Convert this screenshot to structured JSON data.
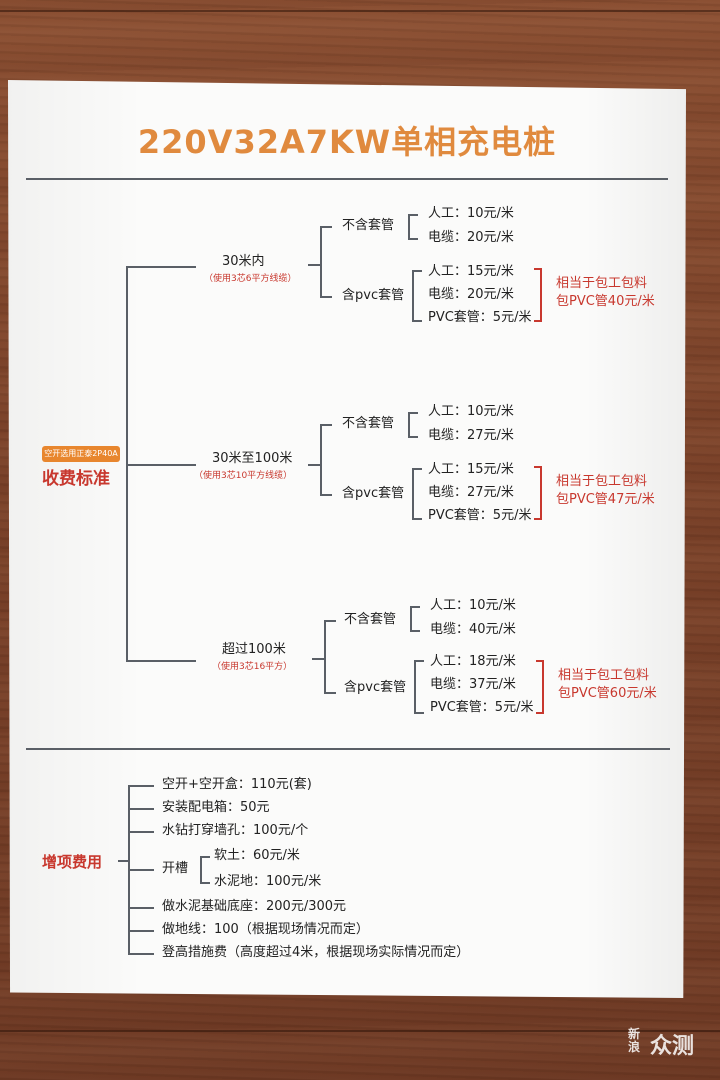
{
  "title": "220V32A7KW单相充电桩",
  "main_label": "收费标准",
  "main_note": "空开选用正泰2P40A",
  "tiers": [
    {
      "label": "30米内",
      "note": "（使用3芯6平方线缆）",
      "without_pipe": {
        "label": "不含套管",
        "items": [
          "人工：10元/米",
          "电缆：20元/米"
        ]
      },
      "with_pipe": {
        "label": "含pvc套管",
        "items": [
          "人工：15元/米",
          "电缆：20元/米",
          "PVC套管：5元/米"
        ]
      },
      "summary": [
        "相当于包工包料",
        "包PVC管40元/米"
      ]
    },
    {
      "label": "30米至100米",
      "note": "（使用3芯10平方线缆）",
      "without_pipe": {
        "label": "不含套管",
        "items": [
          "人工：10元/米",
          "电缆：27元/米"
        ]
      },
      "with_pipe": {
        "label": "含pvc套管",
        "items": [
          "人工：15元/米",
          "电缆：27元/米",
          "PVC套管：5元/米"
        ]
      },
      "summary": [
        "相当于包工包料",
        "包PVC管47元/米"
      ]
    },
    {
      "label": "超过100米",
      "note": "（使用3芯16平方）",
      "without_pipe": {
        "label": "不含套管",
        "items": [
          "人工：10元/米",
          "电缆：40元/米"
        ]
      },
      "with_pipe": {
        "label": "含pvc套管",
        "items": [
          "人工：18元/米",
          "电缆：37元/米",
          "PVC套管：5元/米"
        ]
      },
      "summary": [
        "相当于包工包料",
        "包PVC管60元/米"
      ]
    }
  ],
  "extras": {
    "label": "增项费用",
    "items": [
      "空开+空开盒：110元(套)",
      "安装配电箱：50元",
      "水钻打穿墙孔：100元/个",
      "做水泥基础底座：200元/300元",
      "做地线：100（根据现场情况而定）",
      "登高措施费（高度超过4米，根据现场实际情况而定）"
    ],
    "groove": {
      "label": "开槽",
      "items": [
        "软土：60元/米",
        "水泥地：100元/米"
      ]
    }
  },
  "watermark": {
    "line1": "新浪",
    "line2": "众测"
  },
  "colors": {
    "title": "#e08a3e",
    "accent_red": "#c8382e",
    "badge": "#e8862e",
    "line": "#5a5f66",
    "paper": "#fbfbfa",
    "wood": "#7a4128"
  }
}
